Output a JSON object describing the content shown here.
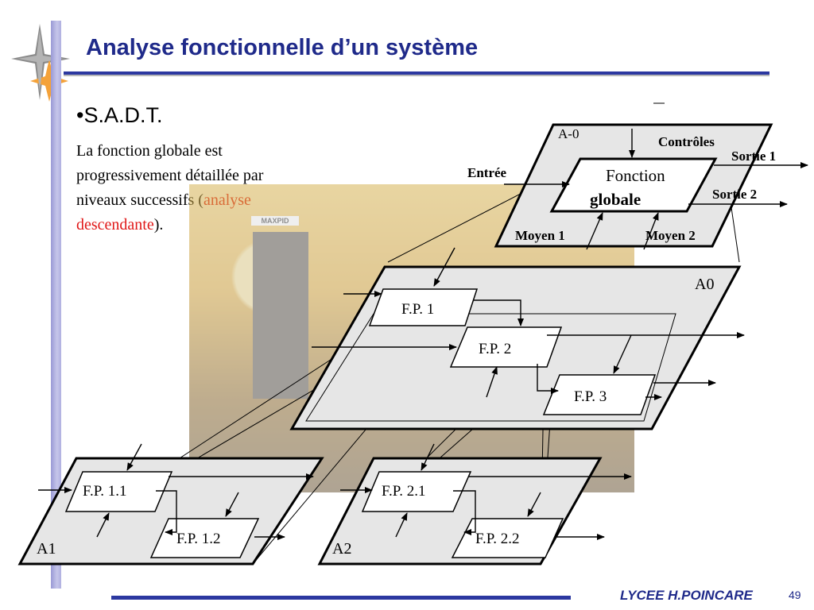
{
  "slide": {
    "title": "Analyse fonctionnelle d’un système",
    "bullet": "•S.A.D.T.",
    "body_before": "La fonction globale est progressivement détaillée par niveaux successifs (",
    "body_highlight": "analyse descendante",
    "body_after": ").",
    "footer": "LYCEE H.POINCARE",
    "page_number": "49",
    "photo_badge": "MAXPID"
  },
  "diagram": {
    "levels": {
      "a_minus_0": "A-0",
      "a0": "A0",
      "a1": "A1",
      "a2": "A2"
    },
    "global_function": {
      "line1": "Fonction",
      "line2": "globale"
    },
    "labels": {
      "controles": "Contrôles",
      "entree": "Entrée",
      "sortie1": "Sortie 1",
      "sortie2": "Sortie 2",
      "moyen1": "Moyen 1",
      "moyen2": "Moyen 2"
    },
    "functions": {
      "fp1": "F.P. 1",
      "fp2": "F.P. 2",
      "fp3": "F.P. 3",
      "fp11": "F.P. 1.1",
      "fp12": "F.P. 1.2",
      "fp21": "F.P. 2.1",
      "fp22": "F.P. 2.2"
    }
  },
  "colors": {
    "accent": "#1f2a8a",
    "highlight": "#e01818",
    "plane_fill": "#e6e6e6"
  }
}
